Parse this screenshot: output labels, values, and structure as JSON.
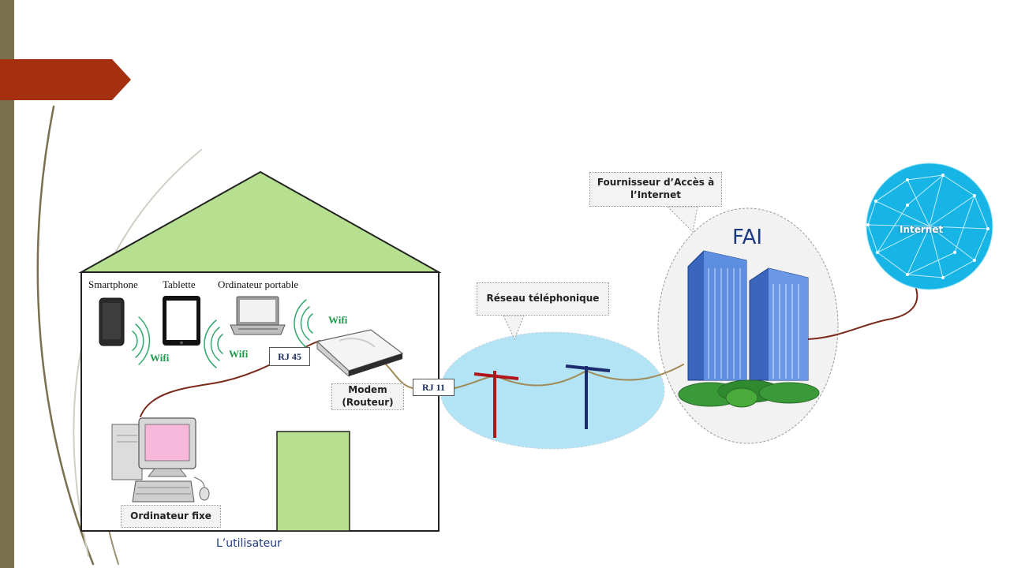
{
  "colors": {
    "roof": "#b6e08f",
    "door": "#b6e08f",
    "sidebar": "#7a7050",
    "banner": "#a4300f",
    "network_cloud": "#b3e4f6",
    "wifi_wave": "#2ea86a",
    "cable_brown": "#7a2a1a",
    "pole_red": "#b0151a",
    "pole_blue": "#1c2a6e"
  },
  "house": {
    "devices": {
      "smartphone": "Smartphone",
      "tablet": "Tablette",
      "laptop": "Ordinateur portable"
    },
    "wifi_labels": [
      "Wifi",
      "Wifi",
      "Wifi"
    ],
    "modem_label": "Modem\n(Routeur)",
    "rj45": "RJ 45",
    "desktop_label": "Ordinateur fixe",
    "caption": "L’utilisateur"
  },
  "network": {
    "rj11": "RJ 11",
    "telephone_callout": "Réseau téléphonique"
  },
  "isp": {
    "callout": "Fournisseur d’Accès à l’Internet",
    "title": "FAI"
  },
  "internet": {
    "label": "Internet"
  },
  "icons": [
    "smartphone-icon",
    "tablet-icon",
    "laptop-icon",
    "modem-icon",
    "desktop-computer-icon",
    "telephone-pole-icon",
    "office-buildings-icon",
    "globe-network-icon",
    "wifi-waves-icon"
  ]
}
